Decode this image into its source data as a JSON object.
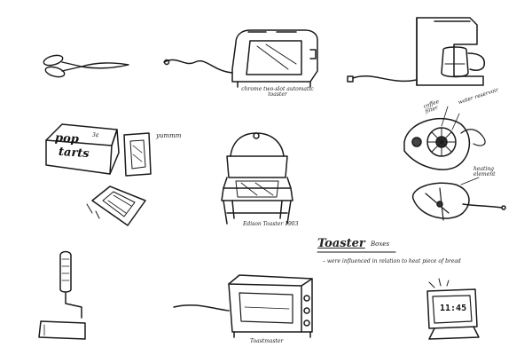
{
  "labels": {
    "chrome_toaster": "chrome two-slot automatic toaster",
    "poptarts_brand_1": "pop",
    "poptarts_brand_2": "tarts",
    "poptarts_price": "3¢",
    "poptarts_sound": "yummm",
    "antique_toaster": "Edison Toaster 1903",
    "coffee_filter": "coffee filter",
    "water_reservoir": "water reservoir",
    "heating_element": "heating element",
    "toaster_oven": "Toastmaster",
    "clock_time": "11:45"
  },
  "notes": {
    "heading_word": "Toaster",
    "heading_suffix": "Boxes",
    "heading_subtitle": "– were influenced in relation to heat piece of bread"
  }
}
